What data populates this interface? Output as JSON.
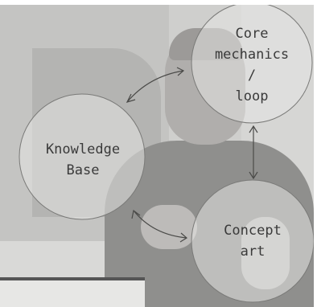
{
  "diagram": {
    "nodes": [
      {
        "id": "core",
        "lines": [
          "Core",
          "mechanics",
          "/",
          "loop"
        ]
      },
      {
        "id": "knowledge",
        "lines": [
          "Knowledge",
          "Base"
        ]
      },
      {
        "id": "concept",
        "lines": [
          "Concept",
          "art"
        ]
      }
    ],
    "edges": [
      {
        "from": "knowledge",
        "to": "core",
        "bidirectional": true
      },
      {
        "from": "core",
        "to": "concept",
        "bidirectional": true
      },
      {
        "from": "knowledge",
        "to": "concept",
        "bidirectional": true
      }
    ]
  }
}
